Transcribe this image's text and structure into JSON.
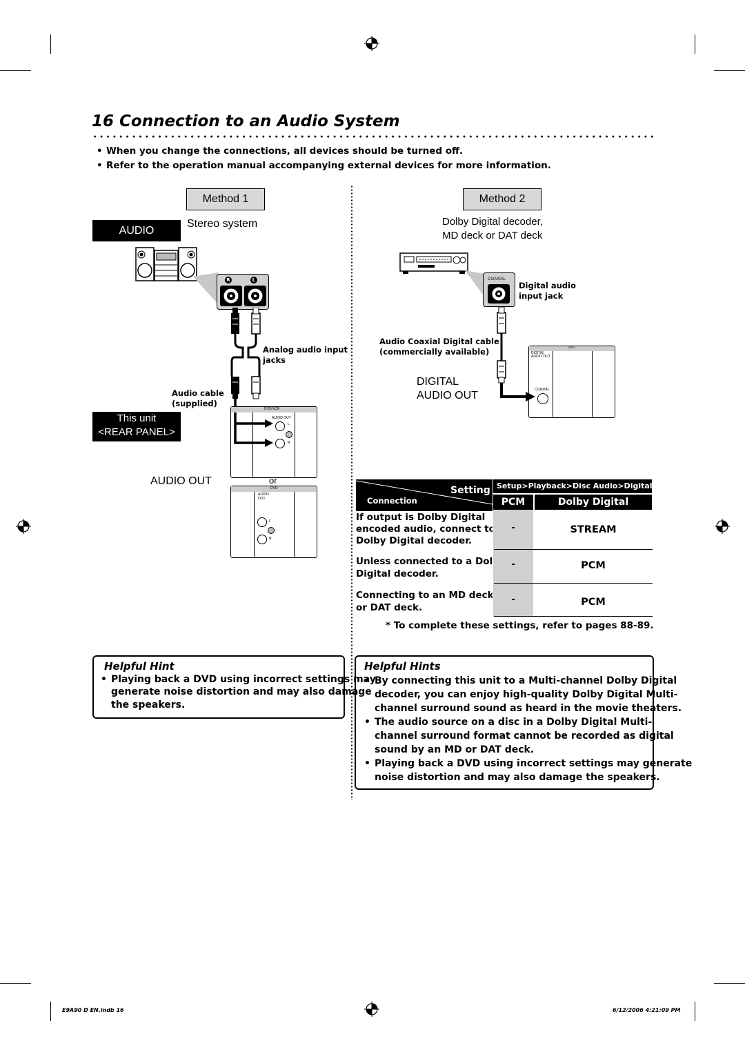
{
  "page": {
    "title": "16  Connection to an Audio System",
    "bullets": [
      "When you change the connections, all devices should be turned off.",
      "Refer to the operation manual accompanying external devices for more information."
    ]
  },
  "method1": {
    "label": "Method 1",
    "category": "AUDIO",
    "device": "Stereo system",
    "rl_labels": [
      "R",
      "L"
    ],
    "analog_label_line1": "Analog audio input",
    "analog_label_line2": "jacks",
    "cable_label_line1": "Audio cable",
    "cable_label_line2": "(supplied)",
    "this_unit": "This unit",
    "rear_panel": "<REAR PANEL>",
    "panel1_header": "DVD/VCR",
    "panel2_header": "DVD",
    "panel_audio_out": "AUDIO OUT",
    "jack_l": "L",
    "jack_r": "R",
    "audio_out": "AUDIO OUT",
    "or": "or"
  },
  "method2": {
    "label": "Method 2",
    "device_line1": "Dolby Digital decoder,",
    "device_line2": "MD deck or DAT deck",
    "coaxial_small": "COAXIAL",
    "digital_jack_line1": "Digital audio",
    "digital_jack_line2": "input jack",
    "cable_line1": "Audio Coaxial Digital cable",
    "cable_line2": "(commercially available)",
    "digital_out_line1": "DIGITAL",
    "digital_out_line2": "AUDIO OUT",
    "panel_header": "DVD",
    "panel_digital_audio_out": "DIGITAL AUDIO OUT",
    "panel_coaxial": "COAXIAL"
  },
  "table": {
    "setting_label": "Setting",
    "connection_label": "Connection",
    "path": "Setup>Playback>Disc Audio>Digital Out",
    "col_pcm": "PCM",
    "col_dolby": "Dolby Digital",
    "rows": [
      {
        "l1": "If output is Dolby Digital",
        "l2": "encoded audio, connect to a",
        "l3": "Dolby Digital decoder.",
        "pcm": "-",
        "dolby": "STREAM"
      },
      {
        "l1": "Unless connected to a Dolby",
        "l2": "Digital decoder.",
        "l3": "",
        "pcm": "-",
        "dolby": "PCM"
      },
      {
        "l1": "Connecting to an MD deck",
        "l2": "or DAT deck.",
        "l3": "",
        "pcm": "-",
        "dolby": "PCM"
      }
    ],
    "note": "* To complete these settings, refer to pages 88-89."
  },
  "hint1": {
    "title": "Helpful Hint",
    "lines": [
      "Playing back a DVD using incorrect settings may",
      "generate noise distortion and may also damage",
      "the speakers."
    ]
  },
  "hint2": {
    "title": "Helpful Hints",
    "lines": [
      "By connecting this unit to a Multi-channel Dolby Digital",
      "decoder, you can enjoy high-quality Dolby Digital Multi-",
      "channel surround sound as heard in the movie theaters.",
      "The audio source on a disc in a Dolby Digital Multi-",
      "channel surround format cannot be recorded as digital",
      "sound by an MD or DAT deck.",
      "Playing back a DVD using incorrect settings may generate",
      "noise distortion and may also damage the speakers."
    ]
  },
  "footer": {
    "left": "E9A90  D  EN.indb   16",
    "right": "6/12/2006   4:21:09 PM"
  },
  "colors": {
    "method_box": "#d8d8d8",
    "table_header": "#000000",
    "pcm_column": "#d0d0d0"
  }
}
